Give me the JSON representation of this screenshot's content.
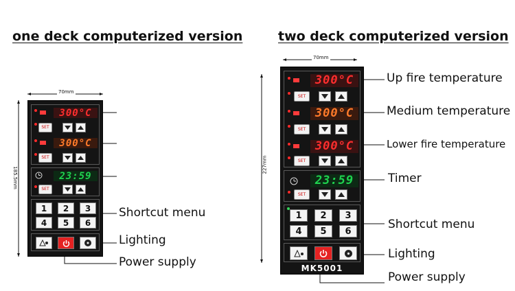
{
  "headings": {
    "left": "one deck computerized version",
    "right": "two deck computerized version"
  },
  "dimensions": {
    "width": "70mm",
    "left_height": "185.5mm",
    "right_height": "227mm"
  },
  "left_panel": {
    "displays": [
      "300°C",
      "300°C",
      "23:59"
    ],
    "keypad": [
      "1",
      "2",
      "3",
      "4",
      "5",
      "6"
    ]
  },
  "right_panel": {
    "displays": [
      "300°C",
      "300°C",
      "300°C",
      "23:59"
    ],
    "keypad": [
      "1",
      "2",
      "3",
      "4",
      "5",
      "6"
    ],
    "model": "MK5001"
  },
  "left_labels": {
    "shortcut": "Shortcut menu",
    "lighting": "Lighting",
    "power": "Power supply"
  },
  "right_labels": {
    "up_fire": "Up fire temperature",
    "medium": "Medium temperature",
    "lower_fire": "Lower fire temperature",
    "timer": "Timer",
    "shortcut": "Shortcut menu",
    "lighting": "Lighting",
    "power": "Power supply"
  },
  "colors": {
    "panel": "#141414",
    "display_red": "#ff2e2e",
    "display_orange": "#ff7a2a",
    "display_green": "#1fd34f",
    "power_button": "#e52222"
  },
  "icons": [
    "up-arrow-icon",
    "down-arrow-icon",
    "lighting-icon",
    "power-icon",
    "fan-icon",
    "clock-icon"
  ]
}
